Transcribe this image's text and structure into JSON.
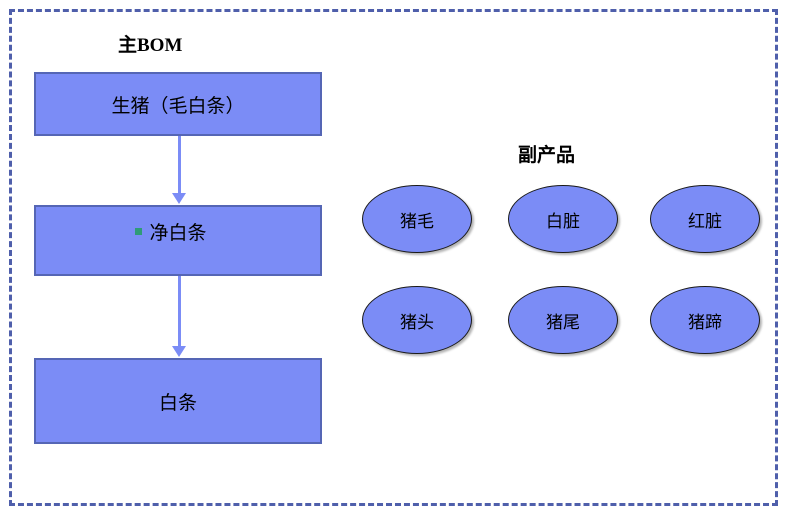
{
  "frame": {
    "border_color": "#4f5fab",
    "style": "dashed"
  },
  "palette": {
    "shape_fill": "#7b8cf6",
    "box_border": "#5566b5",
    "ellipse_border": "#1a1a1a",
    "arrow_color": "#7b8cf6",
    "frame_border": "#4f5fab",
    "bullet_marker": "#2f9b78",
    "text": "#000000",
    "background": "#ffffff"
  },
  "main_bom": {
    "title": "主BOM",
    "steps": [
      {
        "id": "raw-pig",
        "label": "生猪（毛白条）",
        "has_bullet": false
      },
      {
        "id": "net-strip",
        "label": "净白条",
        "has_bullet": true
      },
      {
        "id": "strip",
        "label": "白条",
        "has_bullet": false
      }
    ],
    "connectors": [
      {
        "from": "raw-pig",
        "to": "net-strip",
        "type": "arrow-down"
      },
      {
        "from": "net-strip",
        "to": "strip",
        "type": "arrow-down"
      }
    ]
  },
  "byproducts": {
    "title": "副产品",
    "items": [
      {
        "id": "zhumao",
        "label": "猪毛",
        "row": 1,
        "col": 1
      },
      {
        "id": "baizang",
        "label": "白脏",
        "row": 1,
        "col": 2
      },
      {
        "id": "hongzang",
        "label": "红脏",
        "row": 1,
        "col": 3
      },
      {
        "id": "zhutou",
        "label": "猪头",
        "row": 2,
        "col": 1
      },
      {
        "id": "zhuwei",
        "label": "猪尾",
        "row": 2,
        "col": 2
      },
      {
        "id": "zhuti",
        "label": "猪蹄",
        "row": 2,
        "col": 3
      }
    ]
  }
}
